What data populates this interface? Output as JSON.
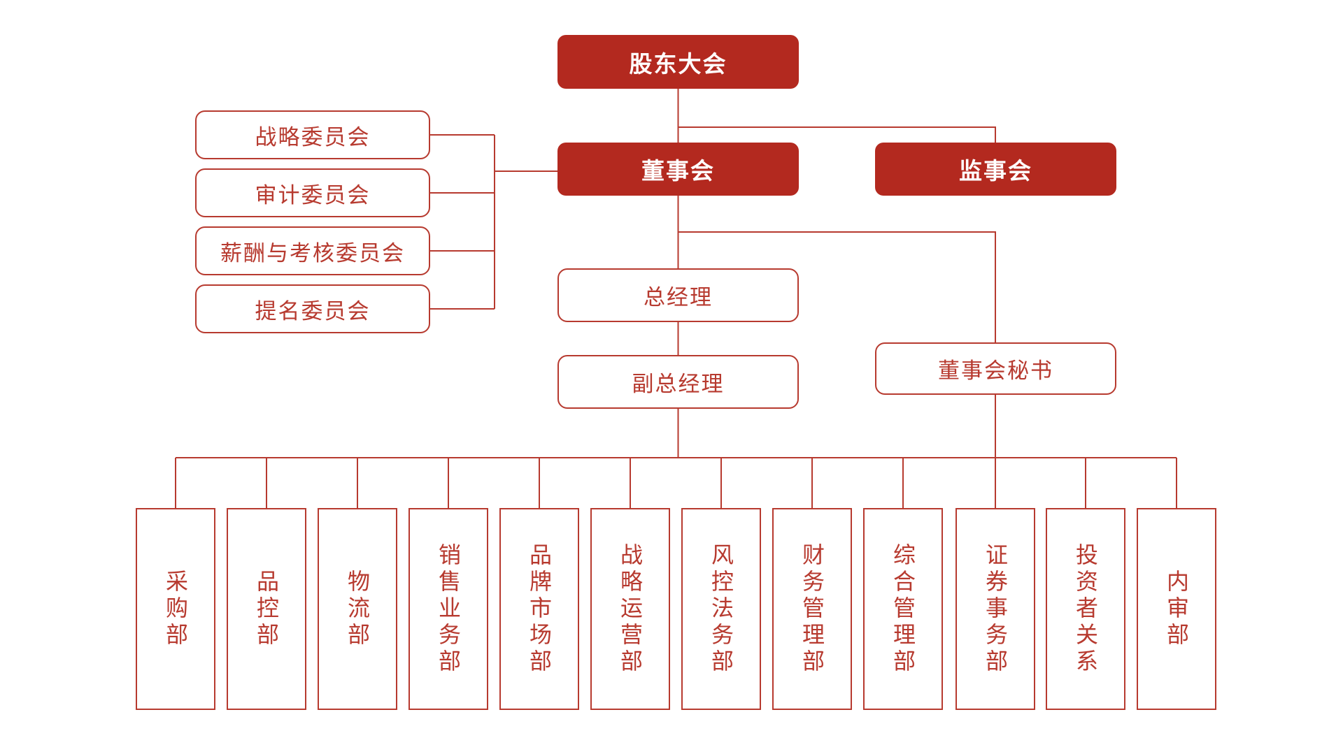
{
  "org_chart": {
    "top": {
      "shareholders": "股东大会"
    },
    "governance": {
      "board": "董事会",
      "supervisory": "监事会"
    },
    "committees": [
      "战略委员会",
      "审计委员会",
      "薪酬与考核委员会",
      "提名委员会"
    ],
    "management": {
      "general_manager": "总经理",
      "deputy_general_manager": "副总经理",
      "board_secretary": "董事会秘书"
    },
    "departments": [
      "采购部",
      "品控部",
      "物流部",
      "销售业务部",
      "品牌市场部",
      "战略运营部",
      "风控法务部",
      "财务管理部",
      "综合管理部",
      "证券事务部",
      "投资者关系",
      "内审部"
    ],
    "colors": {
      "fill_red": "#B3291F",
      "line_red": "#B73A2F",
      "text_on_fill": "#FFFFFF",
      "background": "#FFFFFF"
    }
  }
}
